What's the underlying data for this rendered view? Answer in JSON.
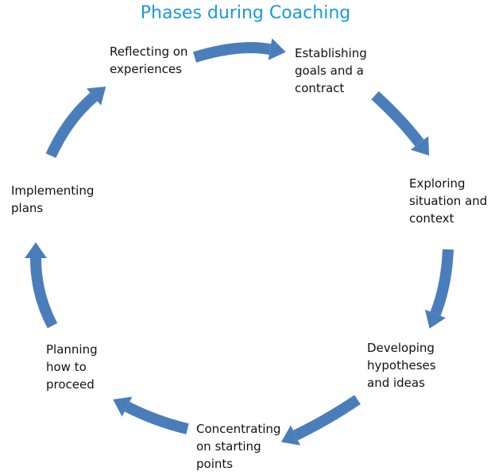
{
  "title": "Phases during Coaching",
  "phases": [
    "Reflecting on\nexperiences",
    "Establishing\ngoals and a\ncontract",
    "Exploring\nsituation and\ncontext",
    "Developing\nhypotheses\nand ideas",
    "Concentrating\non starting\npoints",
    "Planning\nhow to\nproceed",
    "Implementing\nplans"
  ],
  "arrow_color": "#4a7ebb"
}
